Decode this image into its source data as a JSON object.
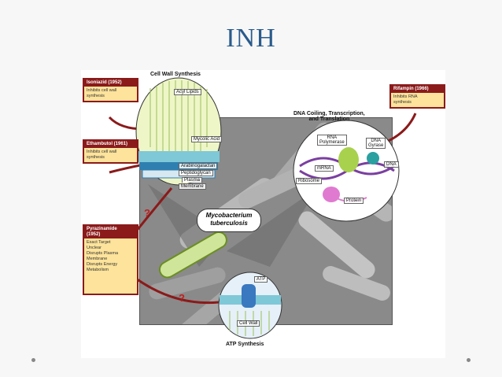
{
  "slide": {
    "title": "INH"
  },
  "figure": {
    "cell_wall_title": "Cell Wall Synthesis",
    "dna_title_line1": "DNA Coiling, Transcription,",
    "dna_title_line2": "and Translation",
    "atp_title": "ATP Synthesis",
    "organism_line1": "Mycobacterium",
    "organism_line2": "tuberculosis",
    "cell_wall_labels": [
      "Acyl Lipids",
      "Mycolic Acid",
      "Arabinogalactan",
      "Peptidoglycan",
      "Plasma",
      "Membrane"
    ],
    "dna_labels": [
      "RNA",
      "Polymerase",
      "DNA",
      "Gyrase",
      "mRNA",
      "DNA",
      "Ribosome",
      "Protein"
    ],
    "atp_labels": [
      "ATP",
      "Cell Wall"
    ],
    "question_mark": "?"
  },
  "drugs": {
    "isoniazid": {
      "name": "Isoniazid (1952)",
      "desc": [
        "Inhibits cell wall",
        "synthesis"
      ]
    },
    "ethambutol": {
      "name": "Ethambutol (1961)",
      "desc": [
        "Inhibits cell wall",
        "synthesis"
      ]
    },
    "pyrazinamide": {
      "name_line1": "Pyrazinamide",
      "name_line2": "(1952)",
      "desc": [
        "Exact Target",
        "Unclear",
        "Disrupts Plasma",
        "Membrane",
        "Disrupts Energy",
        "Metabolism"
      ]
    },
    "rifampin": {
      "name": "Rifampin (1966)",
      "desc": [
        "Inhibits RNA",
        "synthesis"
      ]
    }
  },
  "colors": {
    "title": "#2a5b8c",
    "drug_header": "#8b1a1a",
    "drug_body": "#fde39b",
    "arrow": "#8b1a1a"
  }
}
